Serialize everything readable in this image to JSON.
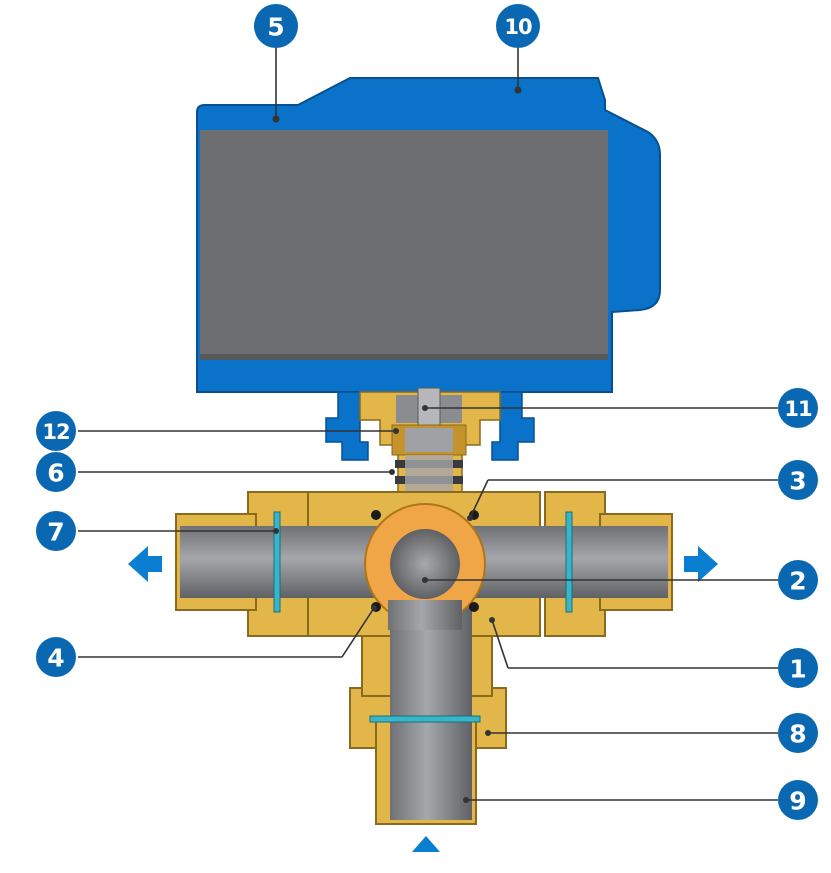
{
  "colors": {
    "actuator_blue": "#0a73c9",
    "actuator_blue_dark": "#06508f",
    "motor_grey": "#6d6e71",
    "body_brass": "#e3b64a",
    "brass_shade": "#c4932b",
    "pipe_grey": "#8a8c8f",
    "ball_orange": "#f0a646",
    "seal_teal": "#38b6c9",
    "callout_blue": "#0a67b2",
    "arrow_blue": "#0a7ed0"
  },
  "callouts": [
    {
      "id": "5",
      "label": "5"
    },
    {
      "id": "10",
      "label": "10"
    },
    {
      "id": "11",
      "label": "11"
    },
    {
      "id": "12",
      "label": "12"
    },
    {
      "id": "6",
      "label": "6"
    },
    {
      "id": "3",
      "label": "3"
    },
    {
      "id": "7",
      "label": "7"
    },
    {
      "id": "2",
      "label": "2"
    },
    {
      "id": "4",
      "label": "4"
    },
    {
      "id": "1",
      "label": "1"
    },
    {
      "id": "8",
      "label": "8"
    },
    {
      "id": "9",
      "label": "9"
    }
  ],
  "flow_arrows": {
    "left": "outlet-left-arrow",
    "right": "outlet-right-arrow",
    "bottom": "inlet-bottom-arrow"
  }
}
